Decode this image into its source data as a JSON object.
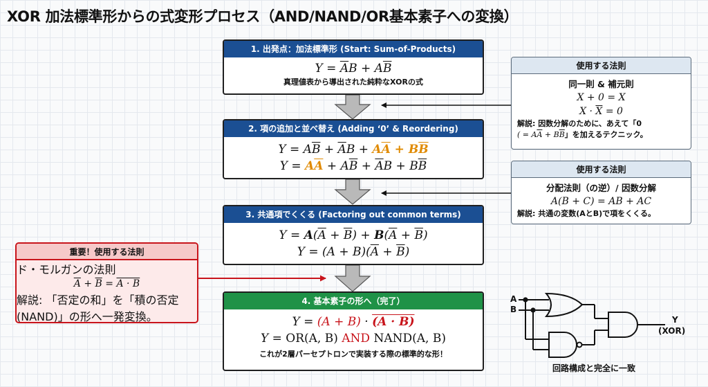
{
  "title": "XOR 加法標準形からの式変形プロセス（AND/NAND/OR基本素子への変換）",
  "steps": [
    {
      "header": "1. 出発点：加法標準形 (Start: Sum-of-Products)",
      "note": "真理値表から導出された純粋なXORの式"
    },
    {
      "header": "2. 項の追加と並べ替え (Adding ‘0’ & Reordering)"
    },
    {
      "header": "3. 共通項でくくる (Factoring out common terms)"
    },
    {
      "header": "4. 基本素子の形へ（完了）",
      "eq2_and": "AND",
      "eq2_nand": "NAND(A, B)",
      "eq2_or": "OR(A, B)",
      "note": "これが2層パーセプトロンで実装する際の標準的な形！"
    }
  ],
  "rules": [
    {
      "header": "使用する法則",
      "title": "同一則 & 補元則",
      "explain_line1": "解説: 因数分解のために、あえて「0",
      "explain_line2": "」を加えるテクニック。"
    },
    {
      "header": "使用する法則",
      "title": "分配法則（の逆）/ 因数分解",
      "explain": "解説: 共通の変数(AとB)で項をくくる。"
    }
  ],
  "important": {
    "header": "重要！使用する法則",
    "title": "ド・モルガンの法則",
    "explain_line1": "解説: 「否定の和」を「積の否定",
    "explain_line2": "(NAND)」の形へ一発変換。"
  },
  "circuit": {
    "input_a": "A",
    "input_b": "B",
    "output": "Y",
    "output_sub": "(XOR)",
    "caption": "回路構成と完全に一致"
  },
  "colors": {
    "header_blue": "#1b4f93",
    "header_green": "#1f9247",
    "accent_orange": "#e08a00",
    "accent_red": "#c8141b",
    "arrow_gray": "#b9b9b9"
  }
}
